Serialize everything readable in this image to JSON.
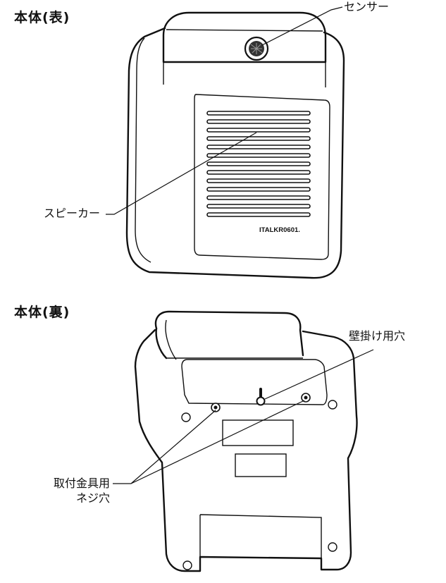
{
  "front": {
    "heading": "本体(表)",
    "labels": {
      "sensor": "センサー",
      "speaker": "スピーカー"
    },
    "model_mark": "ITALKR0601."
  },
  "back": {
    "heading": "本体(裏)",
    "labels": {
      "wall_hang_hole": "壁掛け用穴",
      "mount_screw_line1": "取付金具用",
      "mount_screw_line2": "ネジ穴"
    }
  }
}
